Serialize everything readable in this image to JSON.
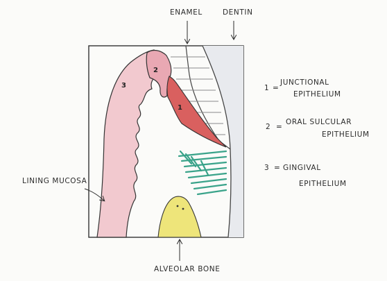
{
  "top_labels": {
    "enamel": "ENAMEL",
    "dentin": "DENTIN"
  },
  "bottom_label": "ALVEOLAR BONE",
  "left_label": "LINING MUCOSA",
  "region_numbers": [
    "1",
    "2",
    "3"
  ],
  "legend": [
    {
      "number": "1",
      "separator": "=",
      "line1": "JUNCTIONAL",
      "line2": "EPITHELIUM"
    },
    {
      "number": "2",
      "separator": "=",
      "line1": "ORAL SULCULAR",
      "line2": "EPITHELIUM"
    },
    {
      "number": "3",
      "separator": "=",
      "line1": "GINGIVAL",
      "line2": "EPITHELIUM"
    }
  ],
  "colors": {
    "gingival_epithelium": "#f2c9cf",
    "oral_sulcular_epithelium": "#e9a8b3",
    "junctional_epithelium": "#d9605f",
    "connective_fibers": "#3aa38a",
    "alveolar_bone": "#eee57a",
    "dentin": "#e8eaee",
    "outline": "#2b2b2b"
  }
}
